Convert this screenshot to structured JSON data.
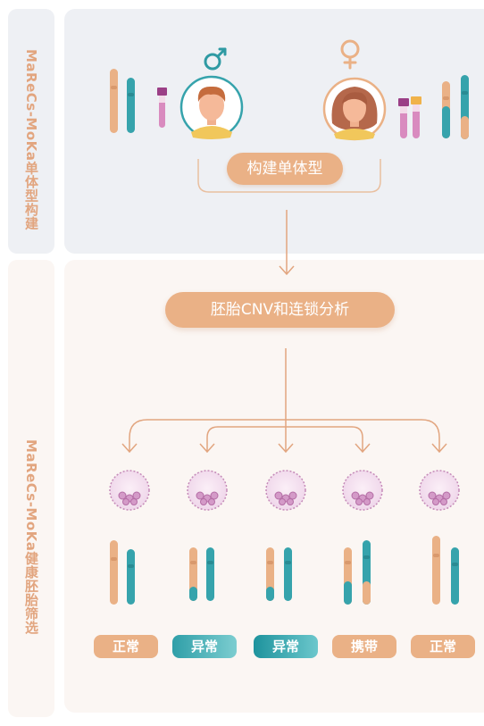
{
  "labels": {
    "side_top": "MaReCs-MoKa单体型构建",
    "side_bottom": "MaReCs-MoKa健康胚胎筛选",
    "build_button": "构建单体型",
    "cnv_button": "胚胎CNV和连锁分析"
  },
  "parents": {
    "male_symbol": "♂",
    "female_symbol": "♀"
  },
  "results": [
    {
      "label": "正常",
      "style": "orange"
    },
    {
      "label": "异常",
      "style": "teal"
    },
    {
      "label": "异常",
      "style": "teal"
    },
    {
      "label": "携带",
      "style": "orange"
    },
    {
      "label": "正常",
      "style": "orange"
    }
  ],
  "colors": {
    "orange": "#eab186",
    "teal": "#36a3ac",
    "arrow": "#e2a57f",
    "purple": "#b062a0"
  }
}
